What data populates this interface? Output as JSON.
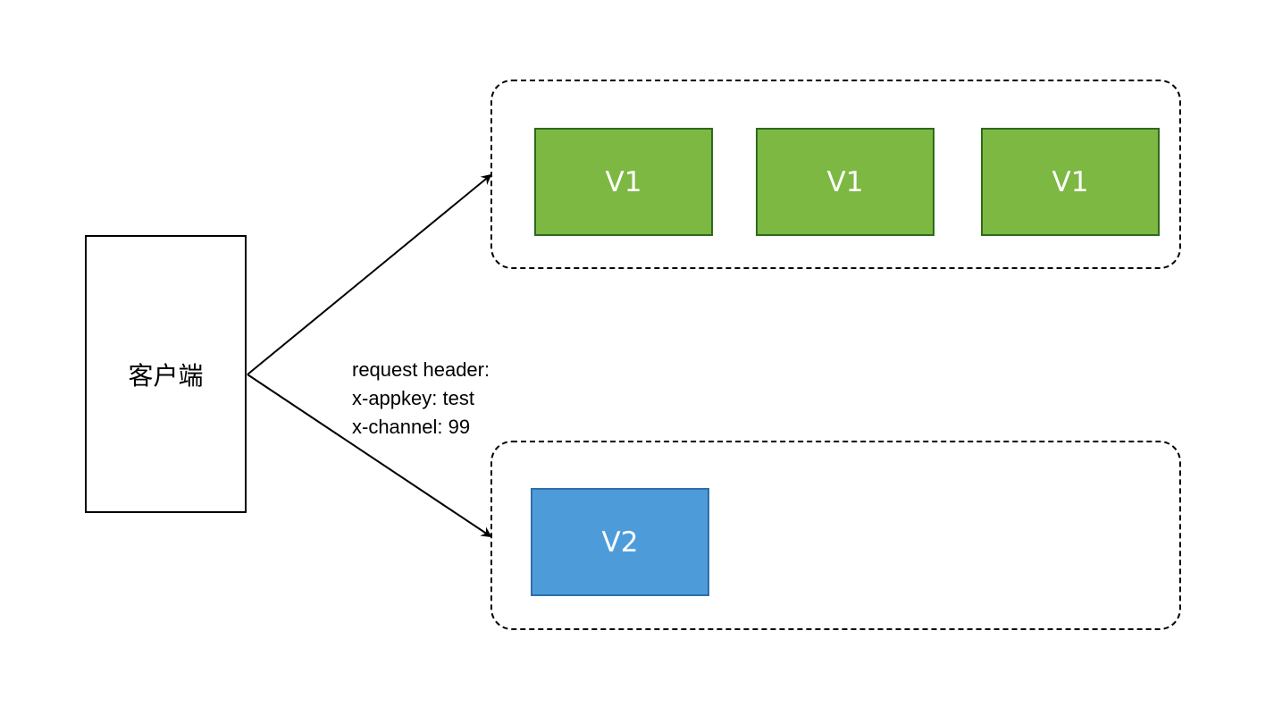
{
  "client": {
    "label": "客户端"
  },
  "groups": {
    "v1_nodes": [
      {
        "label": "V1"
      },
      {
        "label": "V1"
      },
      {
        "label": "V1"
      }
    ],
    "v2_nodes": [
      {
        "label": "V2"
      }
    ]
  },
  "request_header": {
    "title": "request header:",
    "lines": [
      "x-appkey: test",
      "x-channel: 99"
    ]
  },
  "colors": {
    "v1_fill": "#7cb842",
    "v2_fill": "#4d9cd9"
  }
}
